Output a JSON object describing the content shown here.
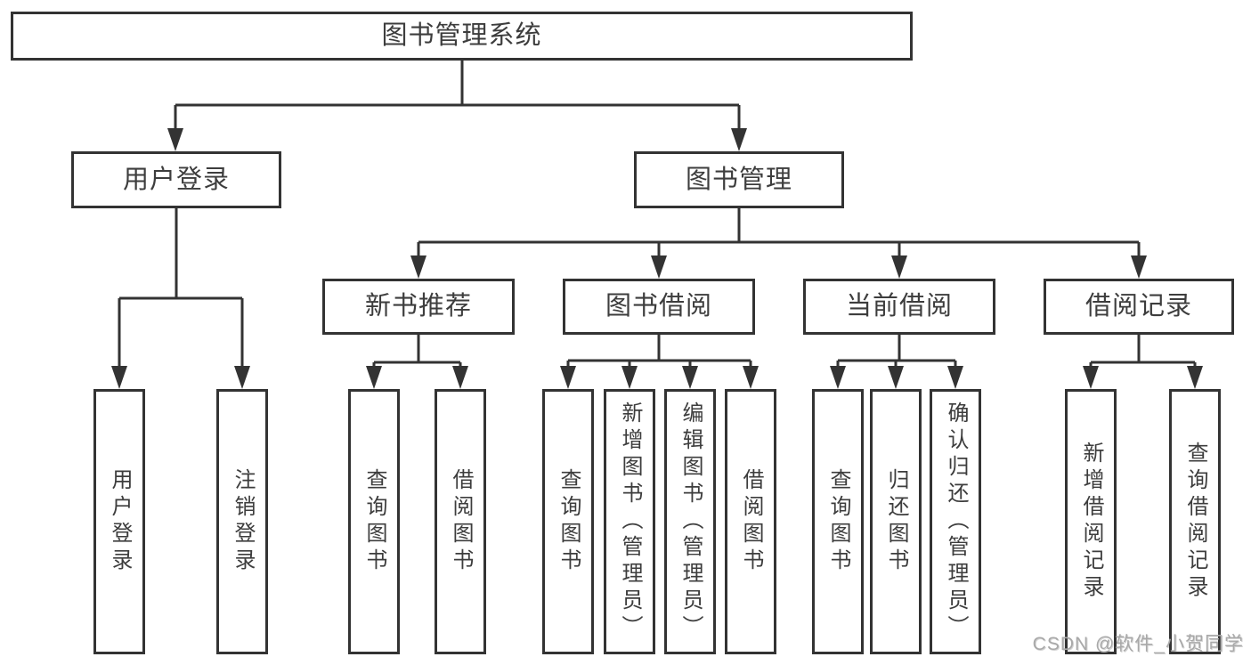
{
  "diagram": {
    "root": {
      "label": "图书管理系统"
    },
    "level2": [
      {
        "label": "用户登录"
      },
      {
        "label": "图书管理"
      }
    ],
    "level3": [
      {
        "label": "新书推荐"
      },
      {
        "label": "图书借阅"
      },
      {
        "label": "当前借阅"
      },
      {
        "label": "借阅记录"
      }
    ],
    "level4": {
      "user_login": [
        "用户登录",
        "注销登录"
      ],
      "new_book_recommendation": [
        "查询图书",
        "借阅图书"
      ],
      "book_borrowing": [
        "查询图书",
        "新增图书（管理员）",
        "编辑图书（管理员）",
        "借阅图书"
      ],
      "current_borrowing": [
        "查询图书",
        "归还图书",
        "确认归还（管理员）"
      ],
      "borrowing_records": [
        "新增借阅记录",
        "查询借阅记录"
      ]
    }
  },
  "watermark": {
    "text": "CSDN @软件_小贺同学"
  },
  "colors": {
    "line": "#333333",
    "text": "#3d3d3d",
    "background": "#ffffff",
    "watermark": "#a9a9a9"
  }
}
